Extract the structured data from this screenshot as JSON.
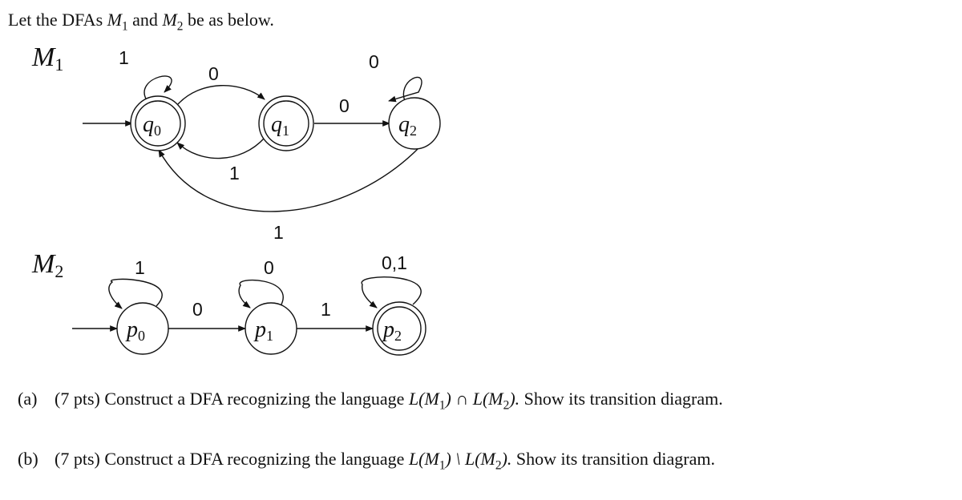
{
  "intro": {
    "prefix": "Let the DFAs ",
    "m1": "M",
    "m1_sub": "1",
    "and": " and ",
    "m2": "M",
    "m2_sub": "2",
    "suffix": " be as below."
  },
  "machines": {
    "m1": {
      "name": "M",
      "name_sub": "1",
      "states": [
        {
          "name": "q",
          "sub": "0",
          "accept": true,
          "start": true
        },
        {
          "name": "q",
          "sub": "1",
          "accept": true,
          "start": false
        },
        {
          "name": "q",
          "sub": "2",
          "accept": false,
          "start": false
        }
      ],
      "transitions": [
        {
          "from": "q0",
          "to": "q0",
          "label": "1"
        },
        {
          "from": "q0",
          "to": "q1",
          "label": "0"
        },
        {
          "from": "q1",
          "to": "q0",
          "label": "1"
        },
        {
          "from": "q1",
          "to": "q2",
          "label": "0"
        },
        {
          "from": "q2",
          "to": "q2",
          "label": "0"
        },
        {
          "from": "q2",
          "to": "q0",
          "label": "1"
        }
      ]
    },
    "m2": {
      "name": "M",
      "name_sub": "2",
      "states": [
        {
          "name": "p",
          "sub": "0",
          "accept": false,
          "start": true
        },
        {
          "name": "p",
          "sub": "1",
          "accept": false,
          "start": false
        },
        {
          "name": "p",
          "sub": "2",
          "accept": true,
          "start": false
        }
      ],
      "transitions": [
        {
          "from": "p0",
          "to": "p0",
          "label": "1"
        },
        {
          "from": "p0",
          "to": "p1",
          "label": "0"
        },
        {
          "from": "p1",
          "to": "p1",
          "label": "0"
        },
        {
          "from": "p1",
          "to": "p2",
          "label": "1"
        },
        {
          "from": "p2",
          "to": "p2",
          "label": "0,1"
        }
      ]
    }
  },
  "questions": {
    "a": {
      "label": "(a)",
      "pts": "(7 pts) Construct a DFA recognizing the language ",
      "lang": "L(M",
      "s1": "1",
      "op": ") ∩ L(M",
      "s2": "2",
      "close": ").",
      "tail": " Show its transition diagram."
    },
    "b": {
      "label": "(b)",
      "pts": "(7 pts) Construct a DFA recognizing the language ",
      "lang": "L(M",
      "s1": "1",
      "op": ") \\ L(M",
      "s2": "2",
      "close": ").",
      "tail": " Show its transition diagram."
    }
  }
}
